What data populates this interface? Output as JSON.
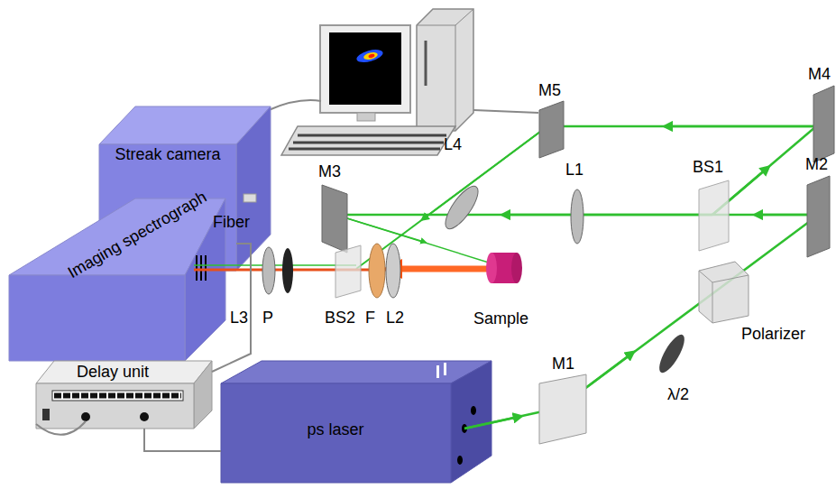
{
  "diagram": {
    "nodes": [
      {
        "text": [
          "Streak camera"
        ]
      },
      {
        "text": [
          "Imaging spectrograph"
        ]
      },
      {
        "text": [
          "Delay unit"
        ]
      },
      {
        "text": [
          "ps laser"
        ]
      }
    ],
    "edges": [
      {
        "from": 2,
        "to": 0,
        "arrow": "none"
      },
      {
        "from": 2,
        "to": 3,
        "arrow": "none"
      }
    ],
    "labels": [
      "M5",
      "M4",
      "L4",
      "L1",
      "BS1",
      "M2",
      "M3",
      "Fiber",
      "L3",
      "P",
      "BS2",
      "F",
      "L2",
      "Sample",
      "Polarizer",
      "λ/2",
      "M1"
    ]
  }
}
